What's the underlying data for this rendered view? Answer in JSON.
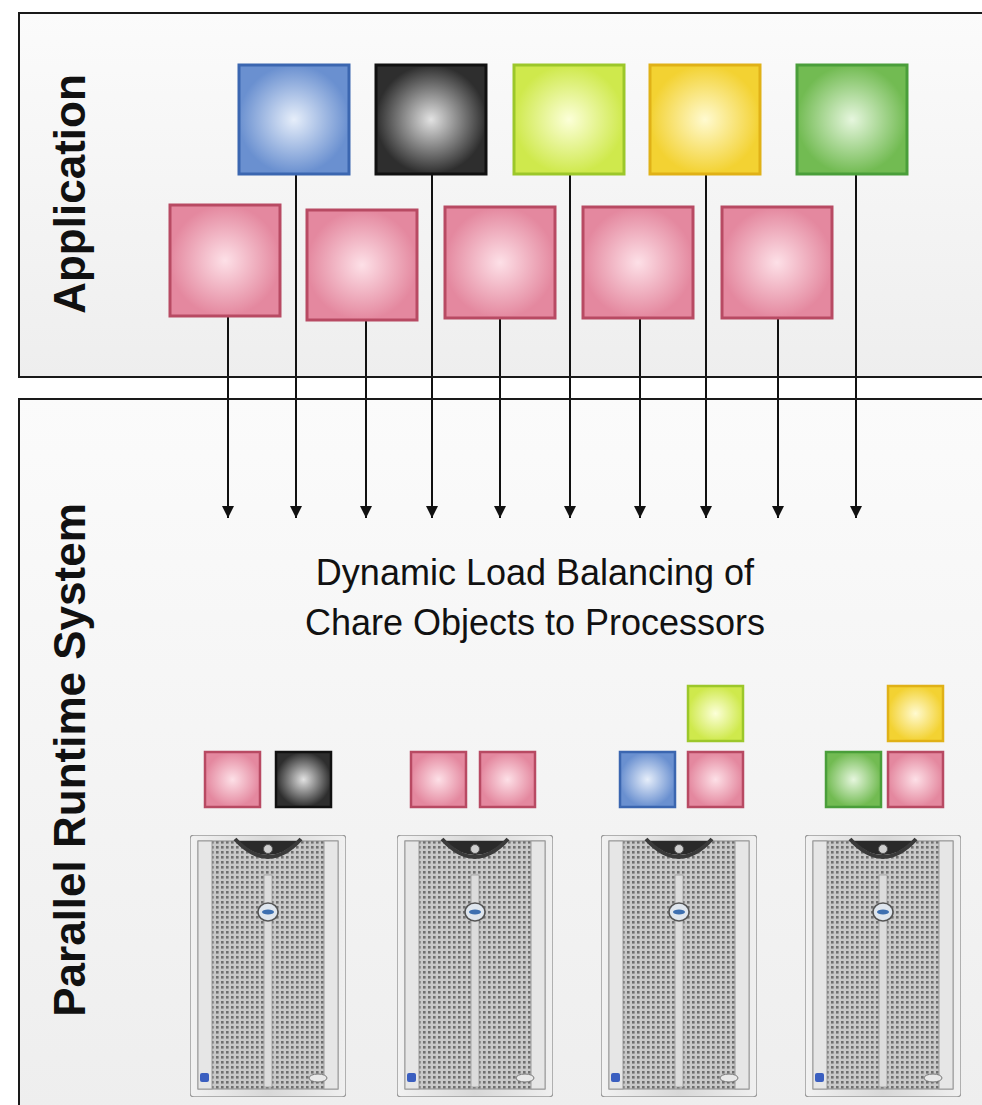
{
  "diagram": {
    "nodes": [
      {
        "text": [
          "Application"
        ]
      },
      {
        "text": [
          "Parallel Runtime System"
        ]
      }
    ],
    "labels": [
      "Dynamic Load Balancing of Chare Objects to Processors"
    ]
  }
}
